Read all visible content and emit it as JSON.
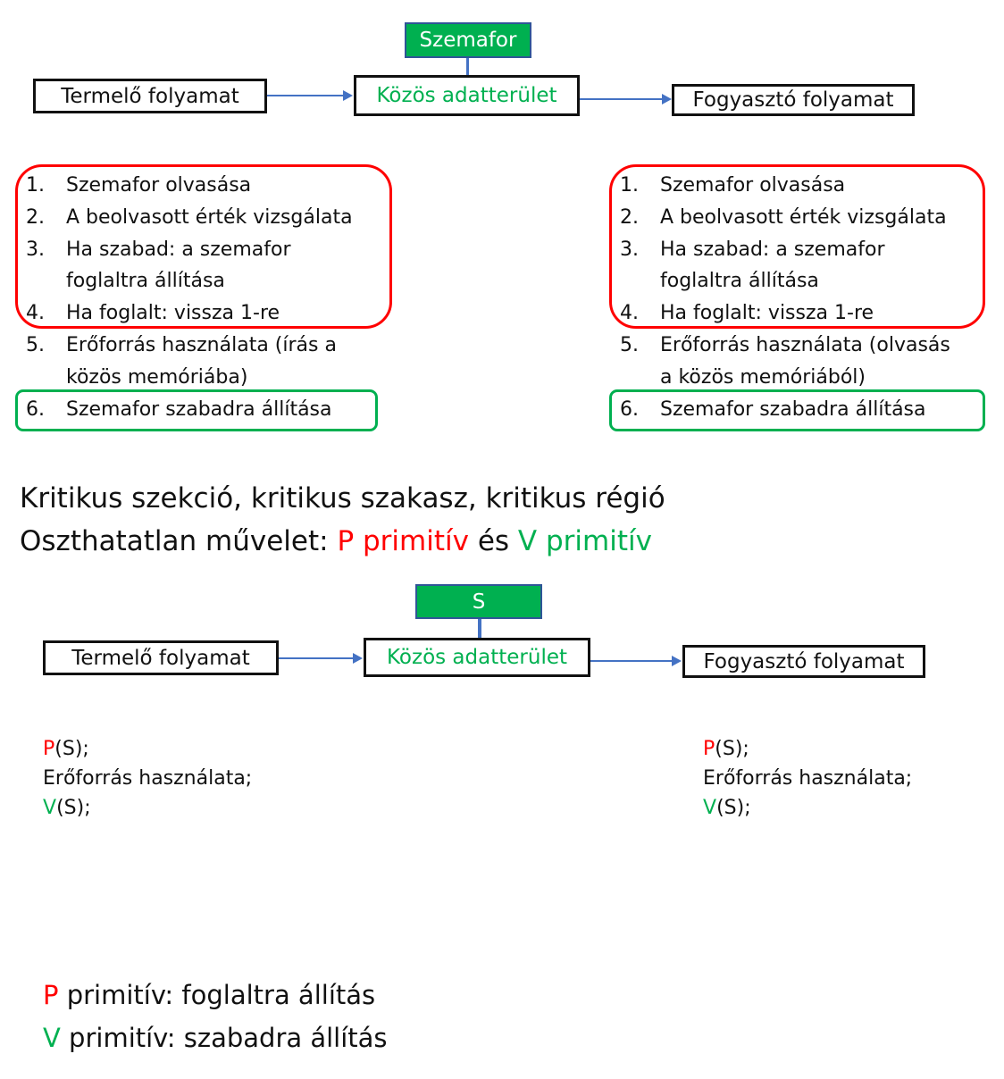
{
  "diagram_top": {
    "semaphore": "Szemafor",
    "producer": "Termelő folyamat",
    "shared": "Közös adatterület",
    "consumer": "Fogyasztó folyamat"
  },
  "steps_left": [
    {
      "num": "1.",
      "lines": [
        "Szemafor olvasása"
      ]
    },
    {
      "num": "2.",
      "lines": [
        "A beolvasott érték vizsgálata"
      ]
    },
    {
      "num": "3.",
      "lines": [
        "Ha szabad: a szemafor",
        "foglaltra állítása"
      ]
    },
    {
      "num": "4.",
      "lines": [
        "Ha foglalt: vissza 1-re"
      ]
    },
    {
      "num": "5.",
      "lines": [
        "Erőforrás használata (írás a",
        "közös memóriába)"
      ]
    },
    {
      "num": "6.",
      "lines": [
        "Szemafor szabadra állítása"
      ]
    }
  ],
  "steps_right": [
    {
      "num": "1.",
      "lines": [
        "Szemafor olvasása"
      ]
    },
    {
      "num": "2.",
      "lines": [
        "A beolvasott érték vizsgálata"
      ]
    },
    {
      "num": "3.",
      "lines": [
        "Ha szabad: a szemafor",
        "foglaltra állítása"
      ]
    },
    {
      "num": "4.",
      "lines": [
        "Ha foglalt: vissza 1-re"
      ]
    },
    {
      "num": "5.",
      "lines": [
        "Erőforrás használata (olvasás",
        "a közös memóriából)"
      ]
    },
    {
      "num": "6.",
      "lines": [
        "Szemafor szabadra állítása"
      ]
    }
  ],
  "headings": {
    "critical": "Kritikus szekció, kritikus szakasz, kritikus régió",
    "atomic_prefix": "Oszthatatlan művelet: ",
    "p_word": "P primitív",
    "and_word": " és ",
    "v_word": "V primitív"
  },
  "diagram_bottom": {
    "semaphore": "S",
    "producer": "Termelő folyamat",
    "shared": "Közös adatterület",
    "consumer": "Fogyasztó folyamat"
  },
  "code": {
    "p_letter": "P",
    "p_rest": "(S);",
    "use": "Erőforrás használata;",
    "v_letter": "V",
    "v_rest": "(S);"
  },
  "summary": {
    "p_letter": "P",
    "p_text": " primitív: foglaltra állítás",
    "v_letter": "V",
    "v_text": " primitív: szabadra állítás"
  },
  "colors": {
    "red": "#ff0000",
    "green": "#00b050",
    "arrow": "#4472c4",
    "semaphore_fill": "#00b050"
  }
}
